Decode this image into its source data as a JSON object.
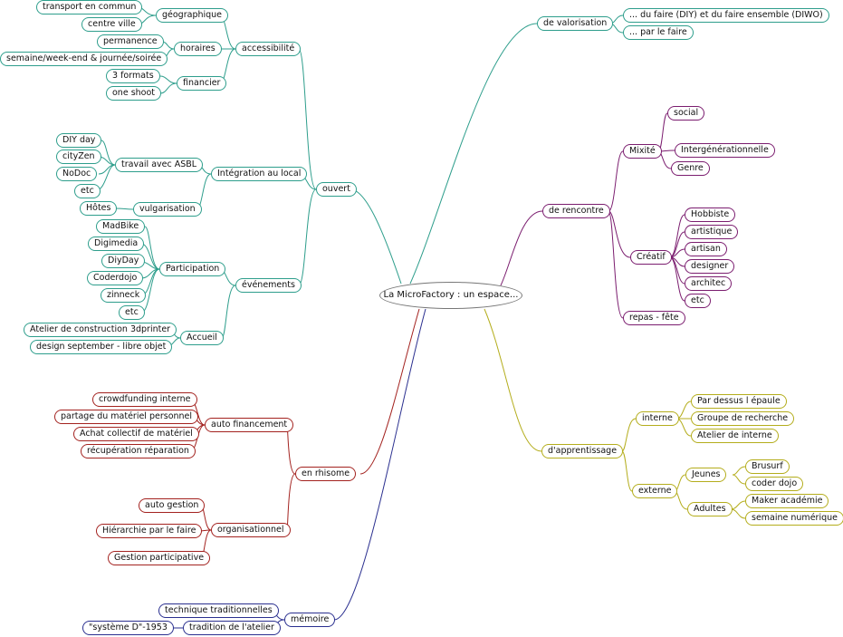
{
  "root": "La MicroFactory : un espace...",
  "colors": {
    "ouvert": "#2e9e8c",
    "de_rencontre": "#7b1d6f",
    "d_apprentissage": "#b4ad1c",
    "en_rhisome": "#a3221f",
    "memoire": "#2a2f8f"
  },
  "nodes": {
    "ouvert": "ouvert",
    "accessibilite": "accessibilité",
    "geographique": "géographique",
    "transport_en_commun": "transport en commun",
    "centre_ville": "centre ville",
    "horaires": "horaires",
    "permanence": "permanence",
    "semaine_weekend": "semaine/week-end & journée/soirée",
    "financier": "financier",
    "trois_formats": "3 formats",
    "one_shoot": "one shoot",
    "integration_local": "Intégration au local",
    "travail_asbl": "travail avec ASBL",
    "diy_day": "DIY day",
    "cityzen": "cityZen",
    "nodoc": "NoDoc",
    "etc_asbl": "etc",
    "vulgarisation": "vulgarisation",
    "hotes": "Hôtes",
    "evenements": "événements",
    "participation": "Participation",
    "madbike": "MadBike",
    "digimedia": "Digimedia",
    "diyday": "DiyDay",
    "coderdojo": "Coderdojo",
    "zinneck": "zinneck",
    "etc_part": "etc",
    "accueil": "Accueil",
    "atelier_3dprinter": "Atelier de construction 3dprinter",
    "design_september": "design september - libre objet",
    "de_valorisation": "de valorisation",
    "du_faire_diy": "... du faire (DIY) et du faire ensemble (DIWO)",
    "par_le_faire": "... par le faire",
    "de_rencontre": "de rencontre",
    "mixite": "Mixité",
    "social": "social",
    "intergenerationnelle": "Intergénérationnelle",
    "genre": "Genre",
    "creatif": "Créatif",
    "hobbiste": "Hobbiste",
    "artistique": "artistique",
    "artisan": "artisan",
    "designer": "designer",
    "architec": "architec",
    "etc_creatif": "etc",
    "repas_fete": "repas - fête",
    "d_apprentissage": "d'apprentissage",
    "interne": "interne",
    "par_dessus": "Par dessus l épaule",
    "groupe_recherche": "Groupe de recherche",
    "atelier_interne": "Atelier de interne",
    "externe": "externe",
    "jeunes": "Jeunes",
    "brusurf": "Brusurf",
    "coder_dojo": "coder dojo",
    "adultes": "Adultes",
    "maker_academie": "Maker académie",
    "semaine_numerique": "semaine numérique",
    "en_rhisome": "en  rhisome",
    "auto_financement": "auto financement",
    "crowdfunding": "crowdfunding interne",
    "partage_materiel": "partage du matériel personnel",
    "achat_collectif": "Achat collectif de matériel",
    "recuperation": "récupération réparation",
    "organisationnel": "organisationnel",
    "auto_gestion": "auto gestion",
    "hierarchie": "Hiérarchie par le faire",
    "gestion_participative": "Gestion participative",
    "memoire": "mémoire",
    "technique_traditionnelles": "technique traditionnelles",
    "tradition_atelier": "tradition de l'atelier",
    "systeme_d": "\"système D\"-1953"
  }
}
